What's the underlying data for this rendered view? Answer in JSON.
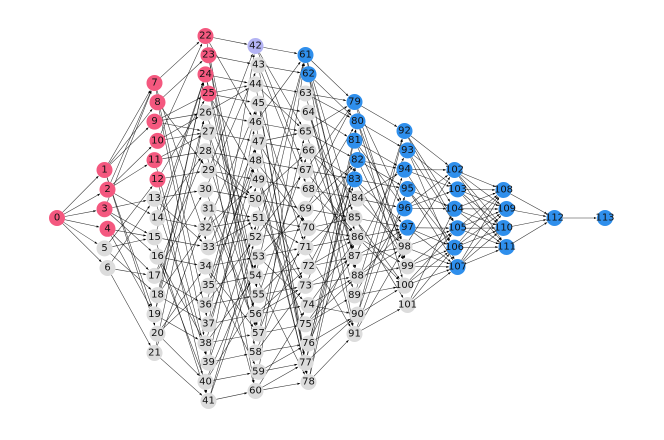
{
  "colors": {
    "pink": "#f4587f",
    "gray": "#dcdcdc",
    "blue": "#2f8fec",
    "lavender": "#b3b3f3",
    "edge": "#000000"
  },
  "layers": [
    [
      0
    ],
    [
      1,
      2,
      3,
      4,
      5,
      6
    ],
    [
      7,
      8,
      9,
      10,
      11,
      12,
      13,
      14,
      15,
      16,
      17,
      18,
      19,
      20,
      21
    ],
    [
      22,
      23,
      24,
      25,
      26,
      27,
      28,
      29,
      30,
      31,
      32,
      33,
      34,
      35,
      36,
      37,
      38,
      39,
      40,
      41
    ],
    [
      42,
      43,
      44,
      45,
      46,
      47,
      48,
      49,
      50,
      51,
      52,
      53,
      54,
      55,
      56,
      57,
      58,
      59,
      60
    ],
    [
      61,
      62,
      63,
      64,
      65,
      66,
      67,
      68,
      69,
      70,
      71,
      72,
      73,
      74,
      75,
      76,
      77,
      78
    ],
    [
      79,
      80,
      81,
      82,
      83,
      84,
      85,
      86,
      87,
      88,
      89,
      90,
      91
    ],
    [
      92,
      93,
      94,
      95,
      96,
      97,
      98,
      99,
      100,
      101
    ],
    [
      102,
      103,
      104,
      105,
      106,
      107
    ],
    [
      108,
      109,
      110,
      111
    ],
    [
      112
    ],
    [
      113
    ]
  ],
  "node_colors": {
    "pink": [
      0,
      1,
      2,
      3,
      4,
      7,
      8,
      9,
      10,
      11,
      12,
      22,
      23,
      24,
      25
    ],
    "lavender": [
      42
    ],
    "blue": [
      61,
      62,
      79,
      80,
      81,
      82,
      83,
      92,
      93,
      94,
      95,
      96,
      97,
      102,
      103,
      104,
      105,
      106,
      107,
      108,
      109,
      110,
      111,
      112,
      113
    ]
  }
}
